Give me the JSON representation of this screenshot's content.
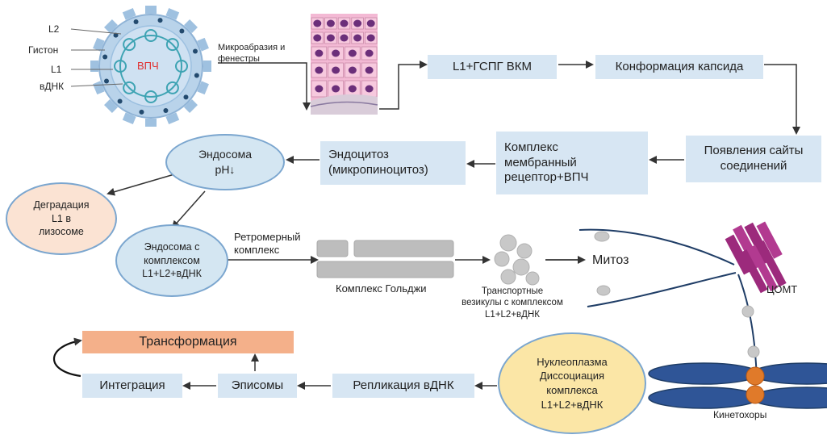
{
  "virus": {
    "name": "ВПЧ",
    "legend": [
      "L2",
      "Гистон",
      "L1",
      "вДНК"
    ]
  },
  "labels": {
    "micro": "Микроабразия и\nфенестры",
    "retromer": "Ретромерный\nкомплекс",
    "golgi": "Комплекс Гольджи",
    "transport": "Транспортные\nвезикулы с комплексом\nL1+L2+вДНК",
    "mitosis": "Митоз",
    "comt": "ЦОМТ",
    "kinetochores": "Кинетохоры"
  },
  "boxes": {
    "l1_hspg": "L1+ГСПГ ВКМ",
    "conformation": "Конформация капсида",
    "binding_sites": "Появления сайты\nсоединений",
    "complex": "Комплекс\nмембранный\nрецептор+ВПЧ",
    "endocytosis": "Эндоцитоз\n(микропиноцитоз)",
    "transformation": "Трансформация",
    "integration": "Интеграция",
    "episomes": "Эписомы",
    "replication": "Репликация вДНК"
  },
  "ellipses": {
    "endosome": "Эндосома\nрН↓",
    "degradation": "Деградация\nL1 в\nлизосоме",
    "endosome_complex": "Эндосома с\nкомплексом\nL1+L2+вДНК",
    "nucleoplasm": "Нуклеоплазма\nДиссоциация\nкомплекса\nL1+L2+вДНК"
  },
  "colors": {
    "box_fill": "#d7e6f3",
    "ellipse_fill": "#d4e6f2",
    "degradation_fill": "#fbe3d3",
    "nucleoplasm_fill": "#fbe6a6",
    "transformation_fill": "#f4b08a",
    "virus_label": "#e03030",
    "centrosome": "#9c2a7c",
    "kinetochore": "#e07a2a",
    "arrow": "#333333"
  }
}
